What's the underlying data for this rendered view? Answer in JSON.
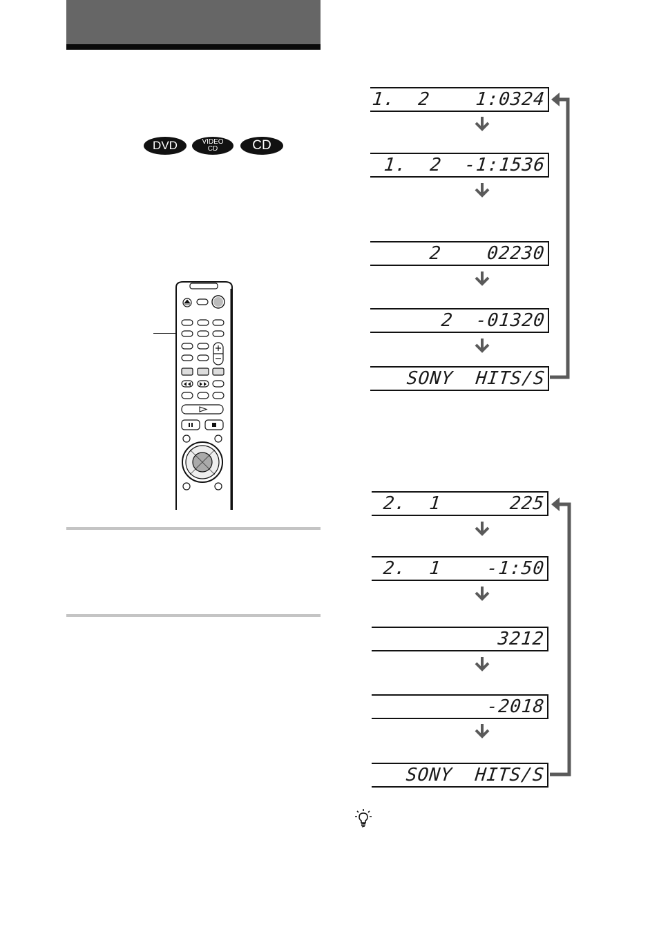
{
  "header": {
    "title": ""
  },
  "disc_badges": {
    "dvd": "DVD",
    "video_cd_line1": "VIDEO",
    "video_cd_line2": "CD",
    "cd": "CD"
  },
  "display_group_1": [
    {
      "text": "1.  2    1:0324"
    },
    {
      "text": "1.  2  -1:1536"
    },
    {
      "text": "2    02230"
    },
    {
      "text": "2  -01320"
    },
    {
      "text": "SONY  HITS/S"
    }
  ],
  "display_group_2": [
    {
      "text": "2.  1      225"
    },
    {
      "text": "2.  1    -1:50"
    },
    {
      "text": "3212"
    },
    {
      "text": "-2018"
    },
    {
      "text": "SONY  HITS/S"
    }
  ],
  "colors": {
    "header_band": "#666666",
    "header_rule": "#0a0a0a",
    "step_rule": "#c4c4c4",
    "arrow": "#5a5a5a"
  },
  "icons": {
    "down_arrow": "down-arrow-icon",
    "loop_arrow": "loop-back-arrow-icon",
    "tip": "lightbulb-tip-icon",
    "remote": "remote-control-illustration"
  }
}
